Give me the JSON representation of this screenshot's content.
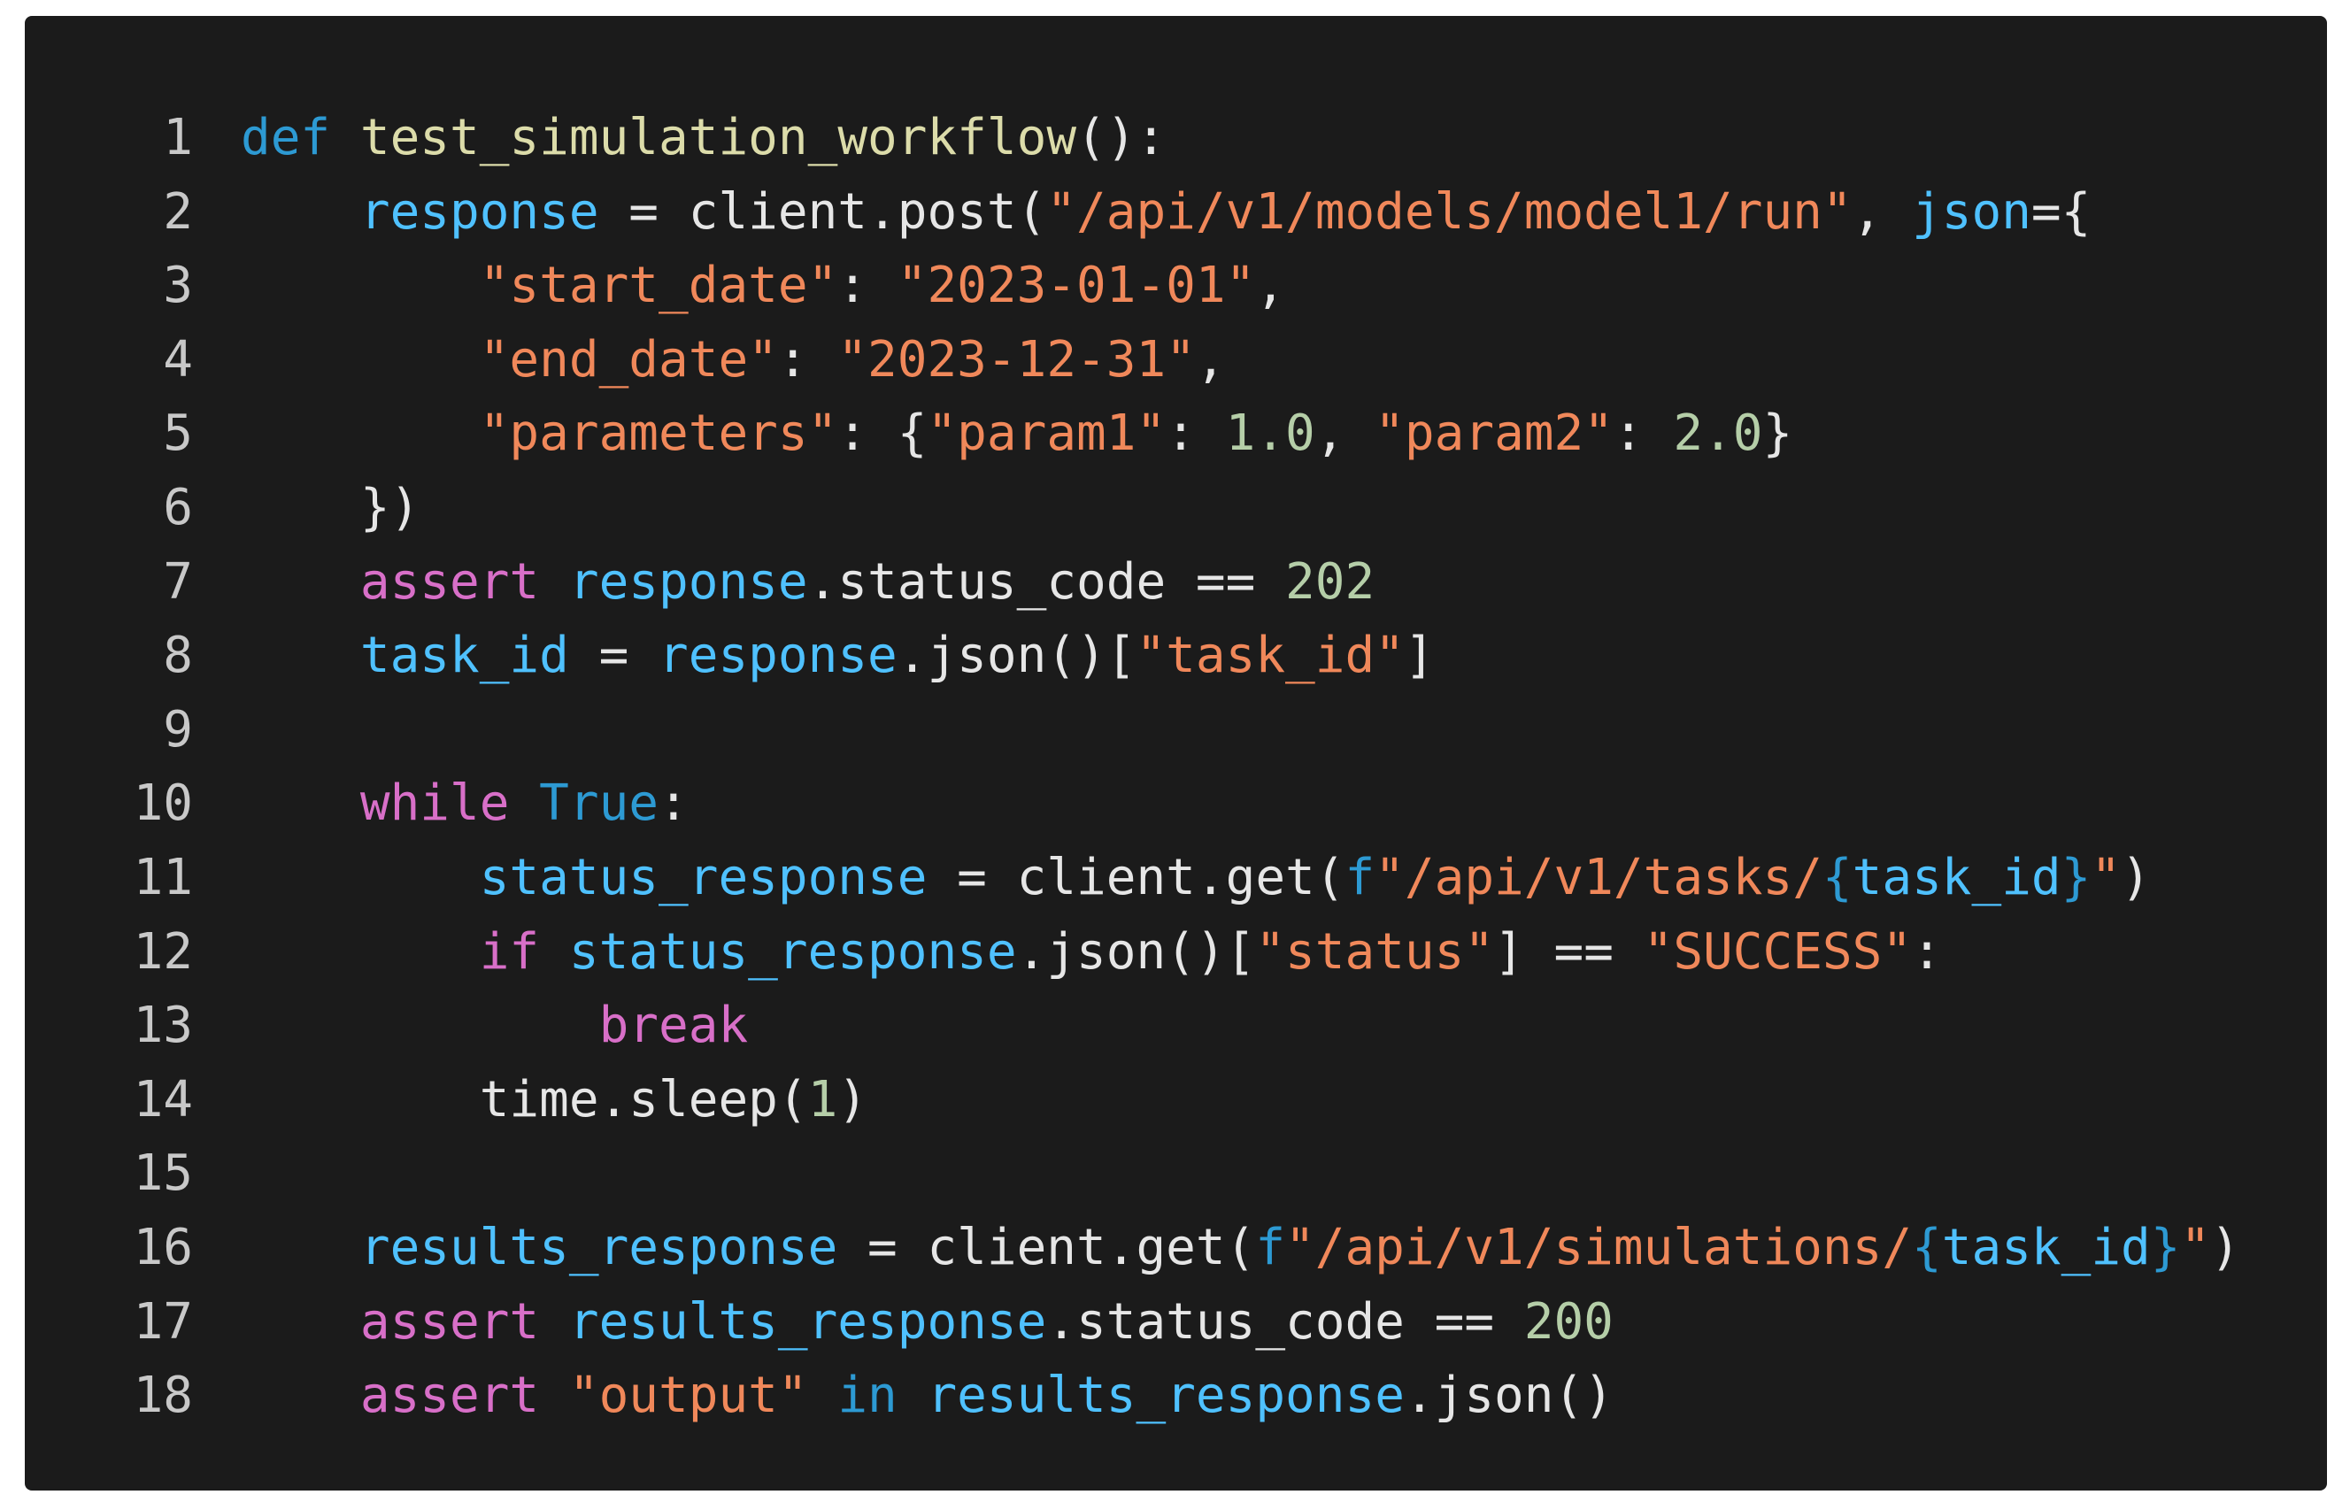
{
  "colors": {
    "background": "#1b1b1b",
    "line_number": "#c8c8c8",
    "plain": "#e6e6e6",
    "keyword": "#2d9ad3",
    "function": "#dcdcaa",
    "variable": "#4fc1ff",
    "string": "#f0885a",
    "number": "#b5cea8",
    "control": "#d86fc8"
  },
  "code": {
    "lines": [
      {
        "n": "1",
        "indent": 0,
        "tokens": [
          [
            "kw",
            "def"
          ],
          [
            "pl",
            " "
          ],
          [
            "fn",
            "test_simulation_workflow"
          ],
          [
            "pl",
            "():"
          ]
        ]
      },
      {
        "n": "2",
        "indent": 1,
        "tokens": [
          [
            "var",
            "response"
          ],
          [
            "pl",
            " = client.post("
          ],
          [
            "str",
            "\"/api/v1/models/model1/run\""
          ],
          [
            "pl",
            ", "
          ],
          [
            "var",
            "json"
          ],
          [
            "pl",
            "={"
          ]
        ]
      },
      {
        "n": "3",
        "indent": 2,
        "tokens": [
          [
            "str",
            "\"start_date\""
          ],
          [
            "pl",
            ": "
          ],
          [
            "str",
            "\"2023-01-01\""
          ],
          [
            "pl",
            ","
          ]
        ]
      },
      {
        "n": "4",
        "indent": 2,
        "tokens": [
          [
            "str",
            "\"end_date\""
          ],
          [
            "pl",
            ": "
          ],
          [
            "str",
            "\"2023-12-31\""
          ],
          [
            "pl",
            ","
          ]
        ]
      },
      {
        "n": "5",
        "indent": 2,
        "tokens": [
          [
            "str",
            "\"parameters\""
          ],
          [
            "pl",
            ": {"
          ],
          [
            "str",
            "\"param1\""
          ],
          [
            "pl",
            ": "
          ],
          [
            "num",
            "1.0"
          ],
          [
            "pl",
            ", "
          ],
          [
            "str",
            "\"param2\""
          ],
          [
            "pl",
            ": "
          ],
          [
            "num",
            "2.0"
          ],
          [
            "pl",
            "}"
          ]
        ]
      },
      {
        "n": "6",
        "indent": 1,
        "tokens": [
          [
            "pl",
            "})"
          ]
        ]
      },
      {
        "n": "7",
        "indent": 1,
        "tokens": [
          [
            "ctl",
            "assert"
          ],
          [
            "pl",
            " "
          ],
          [
            "var",
            "response"
          ],
          [
            "pl",
            ".status_code == "
          ],
          [
            "num",
            "202"
          ]
        ]
      },
      {
        "n": "8",
        "indent": 1,
        "tokens": [
          [
            "var",
            "task_id"
          ],
          [
            "pl",
            " = "
          ],
          [
            "var",
            "response"
          ],
          [
            "pl",
            ".json()["
          ],
          [
            "str",
            "\"task_id\""
          ],
          [
            "pl",
            "]"
          ]
        ]
      },
      {
        "n": "9",
        "indent": 0,
        "tokens": []
      },
      {
        "n": "10",
        "indent": 1,
        "tokens": [
          [
            "ctl",
            "while"
          ],
          [
            "pl",
            " "
          ],
          [
            "kw",
            "True"
          ],
          [
            "pl",
            ":"
          ]
        ]
      },
      {
        "n": "11",
        "indent": 2,
        "tokens": [
          [
            "var",
            "status_response"
          ],
          [
            "pl",
            " = client.get("
          ],
          [
            "kw",
            "f"
          ],
          [
            "str",
            "\"/api/v1/tasks/"
          ],
          [
            "kw",
            "{"
          ],
          [
            "var",
            "task_id"
          ],
          [
            "kw",
            "}"
          ],
          [
            "str",
            "\""
          ],
          [
            "pl",
            ")"
          ]
        ]
      },
      {
        "n": "12",
        "indent": 2,
        "tokens": [
          [
            "ctl",
            "if"
          ],
          [
            "pl",
            " "
          ],
          [
            "var",
            "status_response"
          ],
          [
            "pl",
            ".json()["
          ],
          [
            "str",
            "\"status\""
          ],
          [
            "pl",
            "] == "
          ],
          [
            "str",
            "\"SUCCESS\""
          ],
          [
            "pl",
            ":"
          ]
        ]
      },
      {
        "n": "13",
        "indent": 3,
        "tokens": [
          [
            "ctl",
            "break"
          ]
        ]
      },
      {
        "n": "14",
        "indent": 2,
        "tokens": [
          [
            "pl",
            "time.sleep("
          ],
          [
            "num",
            "1"
          ],
          [
            "pl",
            ")"
          ]
        ]
      },
      {
        "n": "15",
        "indent": 0,
        "tokens": []
      },
      {
        "n": "16",
        "indent": 1,
        "tokens": [
          [
            "var",
            "results_response"
          ],
          [
            "pl",
            " = client.get("
          ],
          [
            "kw",
            "f"
          ],
          [
            "str",
            "\"/api/v1/simulations/"
          ],
          [
            "kw",
            "{"
          ],
          [
            "var",
            "task_id"
          ],
          [
            "kw",
            "}"
          ],
          [
            "str",
            "\""
          ],
          [
            "pl",
            ")"
          ]
        ]
      },
      {
        "n": "17",
        "indent": 1,
        "tokens": [
          [
            "ctl",
            "assert"
          ],
          [
            "pl",
            " "
          ],
          [
            "var",
            "results_response"
          ],
          [
            "pl",
            ".status_code == "
          ],
          [
            "num",
            "200"
          ]
        ]
      },
      {
        "n": "18",
        "indent": 1,
        "tokens": [
          [
            "ctl",
            "assert"
          ],
          [
            "pl",
            " "
          ],
          [
            "str",
            "\"output\""
          ],
          [
            "pl",
            " "
          ],
          [
            "kw",
            "in"
          ],
          [
            "pl",
            " "
          ],
          [
            "var",
            "results_response"
          ],
          [
            "pl",
            ".json()"
          ]
        ]
      }
    ]
  }
}
